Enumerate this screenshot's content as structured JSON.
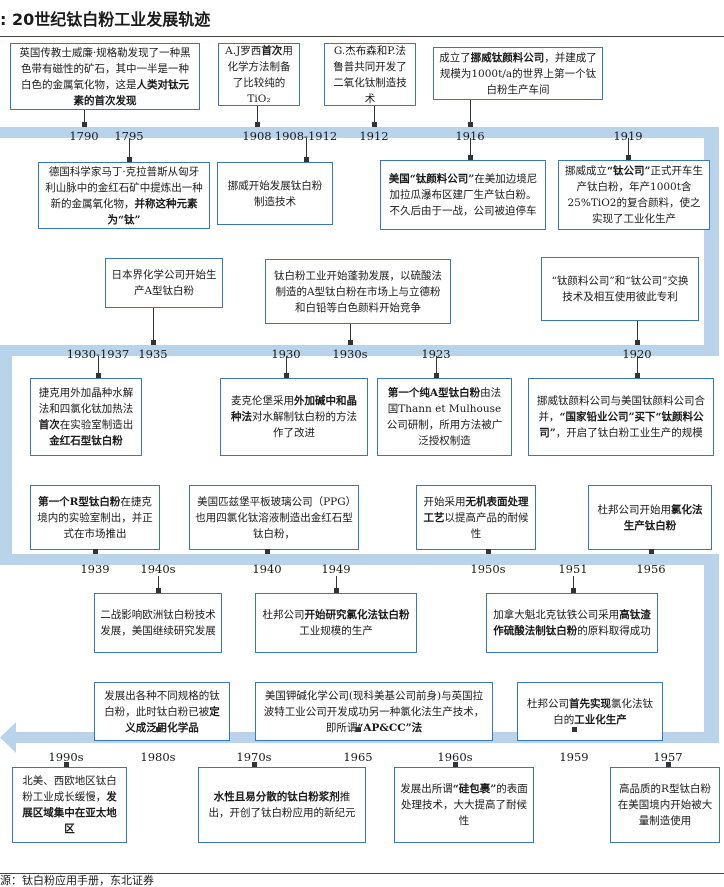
{
  "title": ": 20世纪钛白粉工业发展轨迹",
  "source": "源：钛白粉应用手册，东北证券",
  "rows": [
    {
      "years": [
        {
          "id": "1790",
          "label": "1790"
        },
        {
          "id": "1795",
          "label": "1795"
        },
        {
          "id": "1908",
          "label": "1908"
        },
        {
          "id": "1908-1912",
          "label": "1908-1912"
        },
        {
          "id": "1912",
          "label": "1912"
        },
        {
          "id": "1916",
          "label": "1916"
        },
        {
          "id": "1919",
          "label": "1919"
        }
      ],
      "events": [
        {
          "year": "1790",
          "side": "above",
          "segments": [
            {
              "t": "英国传教士威廉·规格勒发现了一种黑色带有磁性的矿石，其中一半是一种白色的金属氧化物，这是"
            },
            {
              "t": "人类对钛元素的首次发现",
              "b": true
            }
          ]
        },
        {
          "year": "1908",
          "side": "above",
          "segments": [
            {
              "t": "A.J罗西"
            },
            {
              "t": "首次",
              "b": true
            },
            {
              "t": "用化学方法制备了比较纯的TiO₂"
            }
          ]
        },
        {
          "year": "1912",
          "side": "above",
          "segments": [
            {
              "t": "G.杰布森和P.法鲁普共同开发了二氧化钛制造技术"
            }
          ]
        },
        {
          "year": "1916",
          "side": "above",
          "segments": [
            {
              "t": "成立了"
            },
            {
              "t": "挪威钛颜料公司",
              "b": true
            },
            {
              "t": "，并建成了规模为1000t/a的世界上第一个钛白粉生产车间"
            }
          ]
        },
        {
          "year": "1795",
          "side": "below",
          "segments": [
            {
              "t": "德国科学家马丁·克拉普斯从匈牙利山脉中的金红石矿中提炼出一种新的金属氧化物，"
            },
            {
              "t": "并称这种元素为“钛”",
              "b": true
            }
          ]
        },
        {
          "year": "1908-1912",
          "side": "below",
          "segments": [
            {
              "t": "挪威开始发展钛白粉制造技术"
            }
          ]
        },
        {
          "year": "1916",
          "side": "below",
          "segments": [
            {
              "t": "美国“钛颜料公司”",
              "b": true
            },
            {
              "t": "在美加边境尼加拉瓜瀑布区建厂生产钛白粉。不久后由于一战，公司被迫停车"
            }
          ]
        },
        {
          "year": "1919",
          "side": "below",
          "segments": [
            {
              "t": "挪威成立"
            },
            {
              "t": "“钛公司”",
              "b": true
            },
            {
              "t": "正式开车生产钛白粉，年产1000t含25%TiO2的复合颜料，使之实现了工业化生产"
            }
          ]
        }
      ]
    },
    {
      "years": [
        {
          "id": "1930-1937",
          "label": "1930-1937"
        },
        {
          "id": "1935",
          "label": "1935"
        },
        {
          "id": "1930",
          "label": "1930"
        },
        {
          "id": "1930s",
          "label": "1930s"
        },
        {
          "id": "1923",
          "label": "1923"
        },
        {
          "id": "1920",
          "label": "1920"
        }
      ],
      "events": [
        {
          "year": "1935",
          "side": "above",
          "segments": [
            {
              "t": "日本界化学公司开始生产A型钛白粉"
            }
          ]
        },
        {
          "year": "1930s",
          "side": "above",
          "segments": [
            {
              "t": "钛白粉工业开始蓬勃发展，以硫酸法制造的A型钛白粉在市场上与立德粉和白铅等白色颜料开始竞争"
            }
          ]
        },
        {
          "year": "1920",
          "side": "above",
          "segments": [
            {
              "t": "“钛颜料公司”和“钛公司”交换技术及相互使用彼此专利"
            }
          ]
        },
        {
          "year": "1930-1937",
          "side": "below",
          "segments": [
            {
              "t": "捷克用外加晶种水解法和四氯化钛加热法"
            },
            {
              "t": "首次",
              "b": true
            },
            {
              "t": "在实验室制造出"
            },
            {
              "t": "金红石型钛白粉",
              "b": true
            }
          ]
        },
        {
          "year": "1930",
          "side": "below",
          "segments": [
            {
              "t": "麦克伦堡采用"
            },
            {
              "t": "外加碱中和晶种法",
              "b": true
            },
            {
              "t": "对水解制钛白粉的方法作了改进"
            }
          ]
        },
        {
          "year": "1923",
          "side": "below",
          "segments": [
            {
              "t": "第一个纯A型钛白粉",
              "b": true
            },
            {
              "t": "由法国Thann et Mulhouse公司研制，所用方法被广泛授权制造"
            }
          ]
        },
        {
          "year": "1920",
          "side": "below",
          "segments": [
            {
              "t": "挪威钛颜料公司与美国钛颜料公司合并，"
            },
            {
              "t": "“国家铅业公司”买下“钛颜料公司”",
              "b": true
            },
            {
              "t": "，开启了钛白粉工业生产的规模"
            }
          ]
        }
      ]
    },
    {
      "years": [
        {
          "id": "1939",
          "label": "1939"
        },
        {
          "id": "1940s",
          "label": "1940s"
        },
        {
          "id": "1940",
          "label": "1940"
        },
        {
          "id": "1949",
          "label": "1949"
        },
        {
          "id": "1950s",
          "label": "1950s"
        },
        {
          "id": "1951",
          "label": "1951"
        },
        {
          "id": "1956",
          "label": "1956"
        }
      ],
      "events": [
        {
          "year": "1939",
          "side": "above",
          "segments": [
            {
              "t": "第一个R型钛白粉",
              "b": true
            },
            {
              "t": "在捷克境内的实验室制出，并正式在市场推出"
            }
          ]
        },
        {
          "year": "1940",
          "side": "above",
          "segments": [
            {
              "t": "美国匹兹堡平板玻璃公司（PPG）也用四氯化钛溶液制造出金红石型钛白粉，"
            }
          ]
        },
        {
          "year": "1950s",
          "side": "above",
          "segments": [
            {
              "t": "开始采用"
            },
            {
              "t": "无机表面处理工艺",
              "b": true
            },
            {
              "t": "以提高产品的耐候性"
            }
          ]
        },
        {
          "year": "1956",
          "side": "above",
          "segments": [
            {
              "t": "杜邦公司开始用"
            },
            {
              "t": "氯化法生产钛白粉",
              "b": true
            }
          ]
        },
        {
          "year": "1940s",
          "side": "below",
          "segments": [
            {
              "t": "二战影响欧洲钛白粉技术发展，美国继续研究发展"
            }
          ]
        },
        {
          "year": "1949",
          "side": "below",
          "segments": [
            {
              "t": "杜邦公司"
            },
            {
              "t": "开始研究氯化法钛白粉",
              "b": true
            },
            {
              "t": "工业规模的生产"
            }
          ]
        },
        {
          "year": "1951",
          "side": "below",
          "segments": [
            {
              "t": "加拿大魁北克钛铁公司采用"
            },
            {
              "t": "高钛渣作硫酸法制钛白粉",
              "b": true
            },
            {
              "t": "的原料取得成功"
            }
          ]
        }
      ]
    },
    {
      "years": [
        {
          "id": "1990s",
          "label": "1990s"
        },
        {
          "id": "1980s",
          "label": "1980s"
        },
        {
          "id": "1970s",
          "label": "1970s"
        },
        {
          "id": "1965",
          "label": "1965"
        },
        {
          "id": "1960s",
          "label": "1960s"
        },
        {
          "id": "1959",
          "label": "1959"
        },
        {
          "id": "1957",
          "label": "1957"
        }
      ],
      "events": [
        {
          "year": "1980s",
          "side": "above",
          "segments": [
            {
              "t": "发展出各种不同规格的钛白粉，此时钛白粉已被"
            },
            {
              "t": "定义成泛用化学品",
              "b": true
            }
          ]
        },
        {
          "year": "1965",
          "side": "above",
          "segments": [
            {
              "t": "美国钾碱化学公司(现科美基公司前身)与英国拉波特工业公司开发成功另一种氯化法生产技术，即所谓"
            },
            {
              "t": "“AP&CC”法",
              "b": true
            }
          ]
        },
        {
          "year": "1959",
          "side": "above",
          "segments": [
            {
              "t": "杜邦公司"
            },
            {
              "t": "首先实现",
              "b": true
            },
            {
              "t": "氯化法钛白的"
            },
            {
              "t": "工业化生产",
              "b": true
            }
          ]
        },
        {
          "year": "1990s",
          "side": "below",
          "segments": [
            {
              "t": "北美、西欧地区钛白粉工业成长缓慢，"
            },
            {
              "t": "发展区域集中在亚太地区",
              "b": true
            }
          ]
        },
        {
          "year": "1970s",
          "side": "below",
          "segments": [
            {
              "t": "水性且易分散的钛白粉浆剂",
              "b": true
            },
            {
              "t": "推出，开创了钛白粉应用的新纪元"
            }
          ]
        },
        {
          "year": "1960s",
          "side": "below",
          "segments": [
            {
              "t": "发展出所谓"
            },
            {
              "t": "“硅包裹”",
              "b": true
            },
            {
              "t": "的表面处理技术，大大提高了耐候性"
            }
          ]
        },
        {
          "year": "1957",
          "side": "below",
          "segments": [
            {
              "t": "高品质的R型钛白粉在美国境内开始被大量制造使用"
            }
          ]
        }
      ]
    }
  ]
}
